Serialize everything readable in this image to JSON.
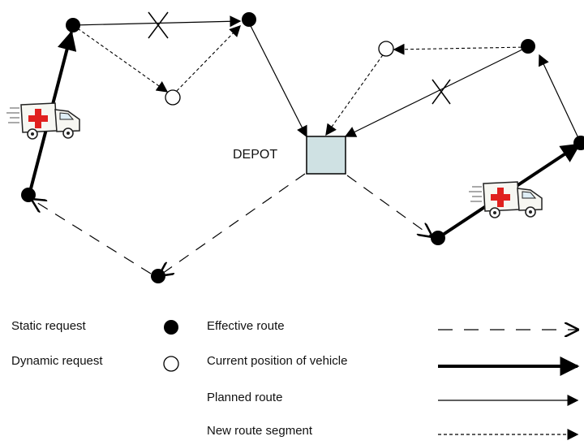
{
  "depot": {
    "label": "DEPOT",
    "fill_color": "#cfe1e3"
  },
  "legend": {
    "static_request": "Static request",
    "dynamic_request": "Dynamic request",
    "effective_route": "Effective route",
    "current_position": "Current position of vehicle",
    "planned_route": "Planned route",
    "new_route_segment": "New route segment"
  },
  "colors": {
    "ink": "#000000",
    "ambulance_cross": "#e0201e",
    "background": "#ffffff"
  },
  "icons": {
    "static_request": "filled-black-circle",
    "dynamic_request": "hollow-circle",
    "vehicle": "ambulance-icon",
    "cancelled": "x-mark-icon"
  }
}
